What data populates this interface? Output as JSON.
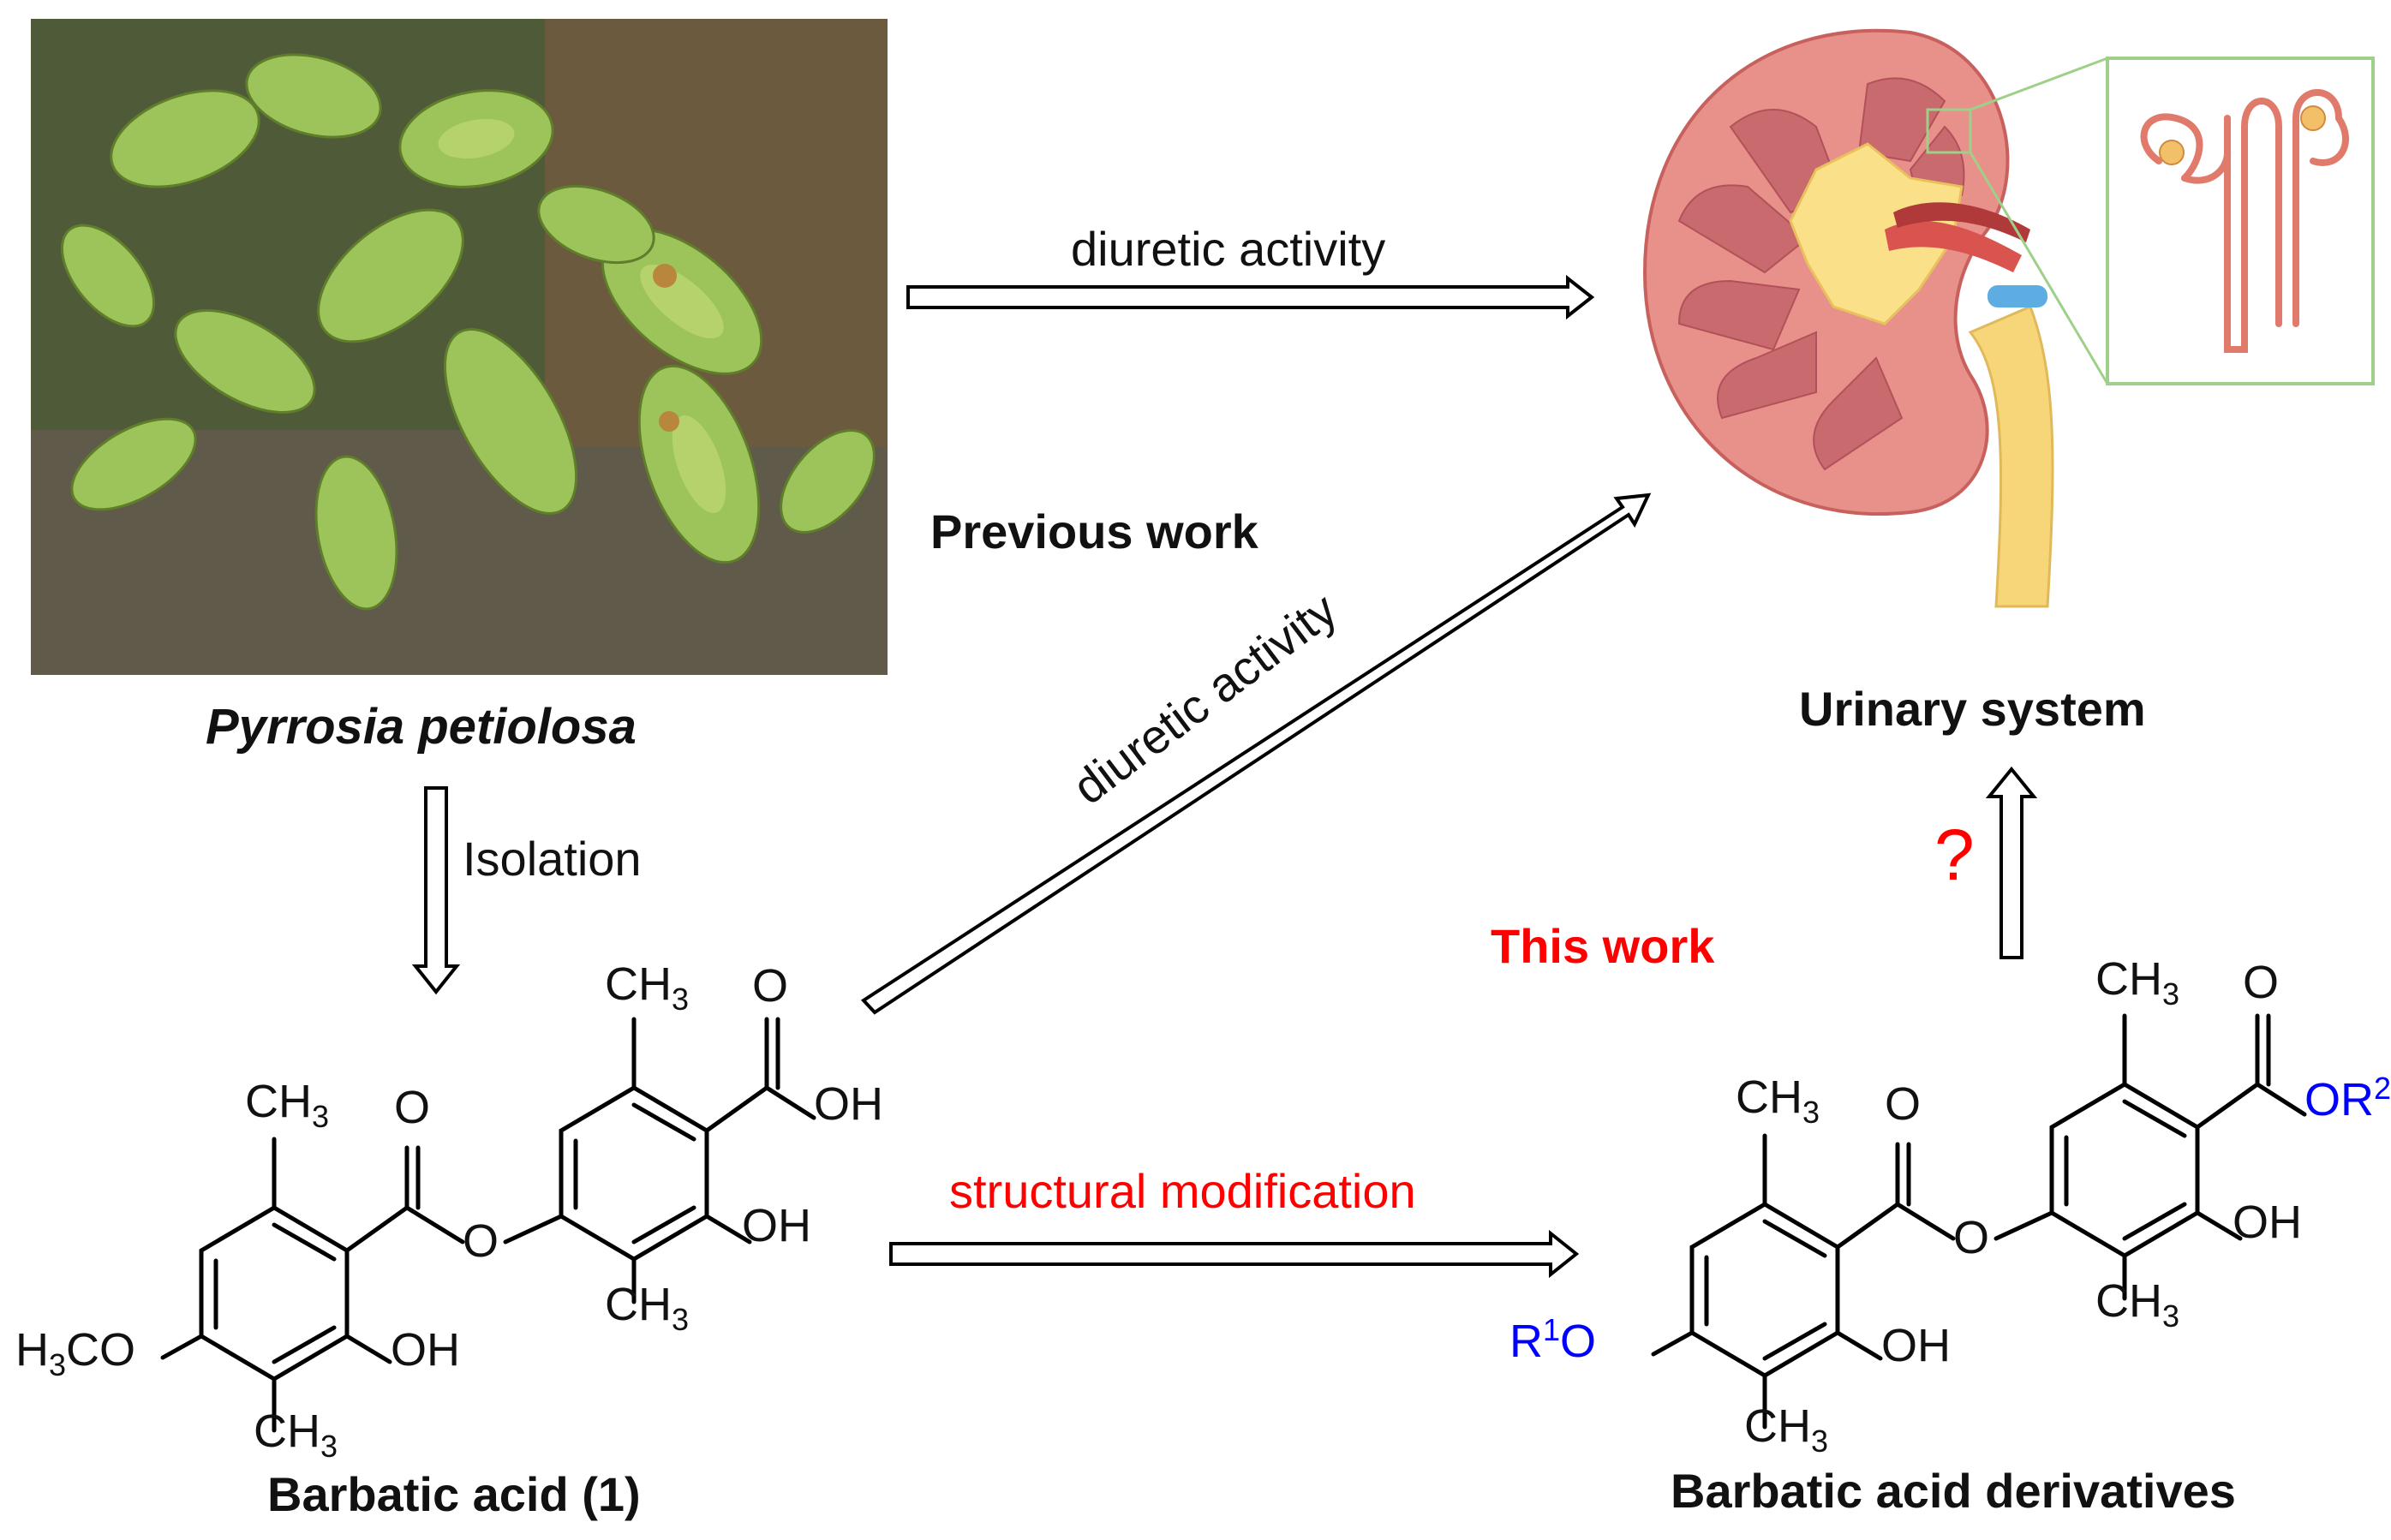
{
  "photo": {
    "caption": "Pyrrosia petiolosa"
  },
  "labels": {
    "previous_work": "Previous work",
    "this_work": "This work",
    "urinary_system": "Urinary system",
    "question_mark": "?",
    "isolation": "Isolation",
    "diuretic_activity_top": "diuretic activity",
    "diuretic_activity_diag": "diuretic activity",
    "structural_modification": "structural modification"
  },
  "compound_left": {
    "name": "Barbatic acid (1)",
    "ch3_top": "CH",
    "ch3_top_sub": "3",
    "ch3_left": "CH",
    "ch3_left_sub": "3",
    "ch3_bottom_mid": "CH",
    "ch3_bottom_mid_sub": "3",
    "ch3_bottom_left": "CH",
    "ch3_bottom_left_sub": "3",
    "carbonyl_o_left": "O",
    "ester_o": "O",
    "carbonyl_o_right": "O",
    "oh_acid": "OH",
    "oh_ring_right": "OH",
    "oh_ring_left": "OH",
    "methoxy_h": "H",
    "methoxy_sub": "3",
    "methoxy_rest": "CO"
  },
  "compound_right": {
    "name": "Barbatic acid derivatives",
    "ch3_top": "CH",
    "ch3_top_sub": "3",
    "ch3_left": "CH",
    "ch3_left_sub": "3",
    "ch3_bottom_mid": "CH",
    "ch3_bottom_mid_sub": "3",
    "ch3_bottom_left": "CH",
    "ch3_bottom_left_sub": "3",
    "carbonyl_o_left": "O",
    "ester_o": "O",
    "carbonyl_o_right": "O",
    "or2": "OR",
    "or2_sup": "2",
    "oh_ring_right": "OH",
    "oh_ring_left": "OH",
    "r1": "R",
    "r1_sup": "1",
    "r1_o": "O"
  },
  "colors": {
    "red_text": "#ff0000",
    "blue_text": "#0000ff",
    "kidney_cortex": "#e8908a",
    "kidney_medulla": "#c96a6e",
    "pelvis": "#fbe08a",
    "ureter": "#f7d67a",
    "artery": "#d9534f",
    "vein": "#5dade2",
    "inset_border": "#9fd08a",
    "leaf": "#a9c95a"
  }
}
